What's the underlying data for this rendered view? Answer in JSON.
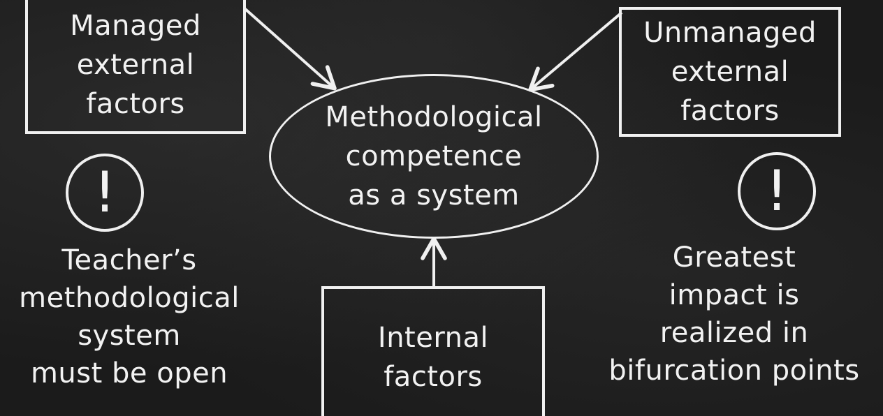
{
  "nodes": {
    "managed": "Managed\nexternal\nfactors",
    "unmanaged": "Unmanaged\nexternal\nfactors",
    "center": "Methodological\ncompetence\nas a system",
    "internal": "Internal\nfactors"
  },
  "notes": {
    "left": "Teacher’s\nmethodological\nsystem\nmust be open",
    "right": "Greatest\nimpact is\nrealized in\nbifurcation points"
  },
  "warning_symbol": "!",
  "icons": {
    "left_warning": "exclamation-circle-icon",
    "right_warning": "exclamation-circle-icon"
  },
  "colors": {
    "background": "#1b1b1b",
    "chalk": "#f0f0f0"
  }
}
